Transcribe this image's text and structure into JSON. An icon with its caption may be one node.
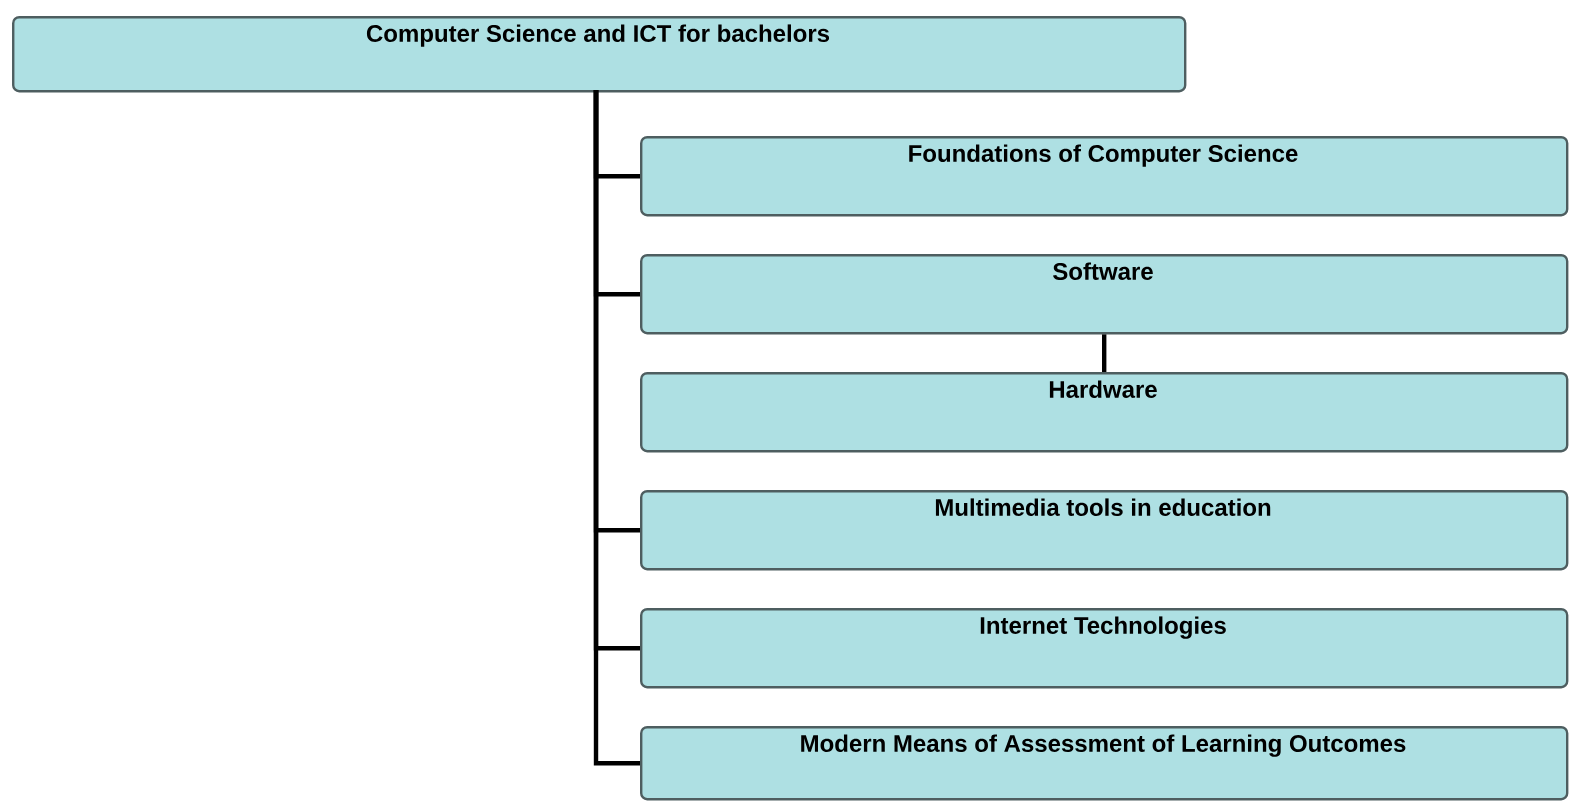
{
  "diagram": {
    "nodes": [
      {
        "text": [
          "Computer Science and ICT for bachelors"
        ]
      },
      {
        "text": [
          "Foundations of Computer Science"
        ]
      },
      {
        "text": [
          "Software"
        ]
      },
      {
        "text": [
          "Hardware"
        ]
      },
      {
        "text": [
          "Multimedia tools in education"
        ]
      },
      {
        "text": [
          "Internet Technologies"
        ]
      },
      {
        "text": [
          "Modern Means of Assessment of Learning Outcomes"
        ]
      }
    ],
    "edges": [
      {
        "from": 0,
        "to": 1,
        "arrow": "none"
      },
      {
        "from": 0,
        "to": 2,
        "arrow": "none"
      },
      {
        "from": 2,
        "to": 3,
        "arrow": "none"
      },
      {
        "from": 0,
        "to": 4,
        "arrow": "none"
      },
      {
        "from": 0,
        "to": 5,
        "arrow": "none"
      },
      {
        "from": 0,
        "to": 6,
        "arrow": "none"
      }
    ]
  }
}
